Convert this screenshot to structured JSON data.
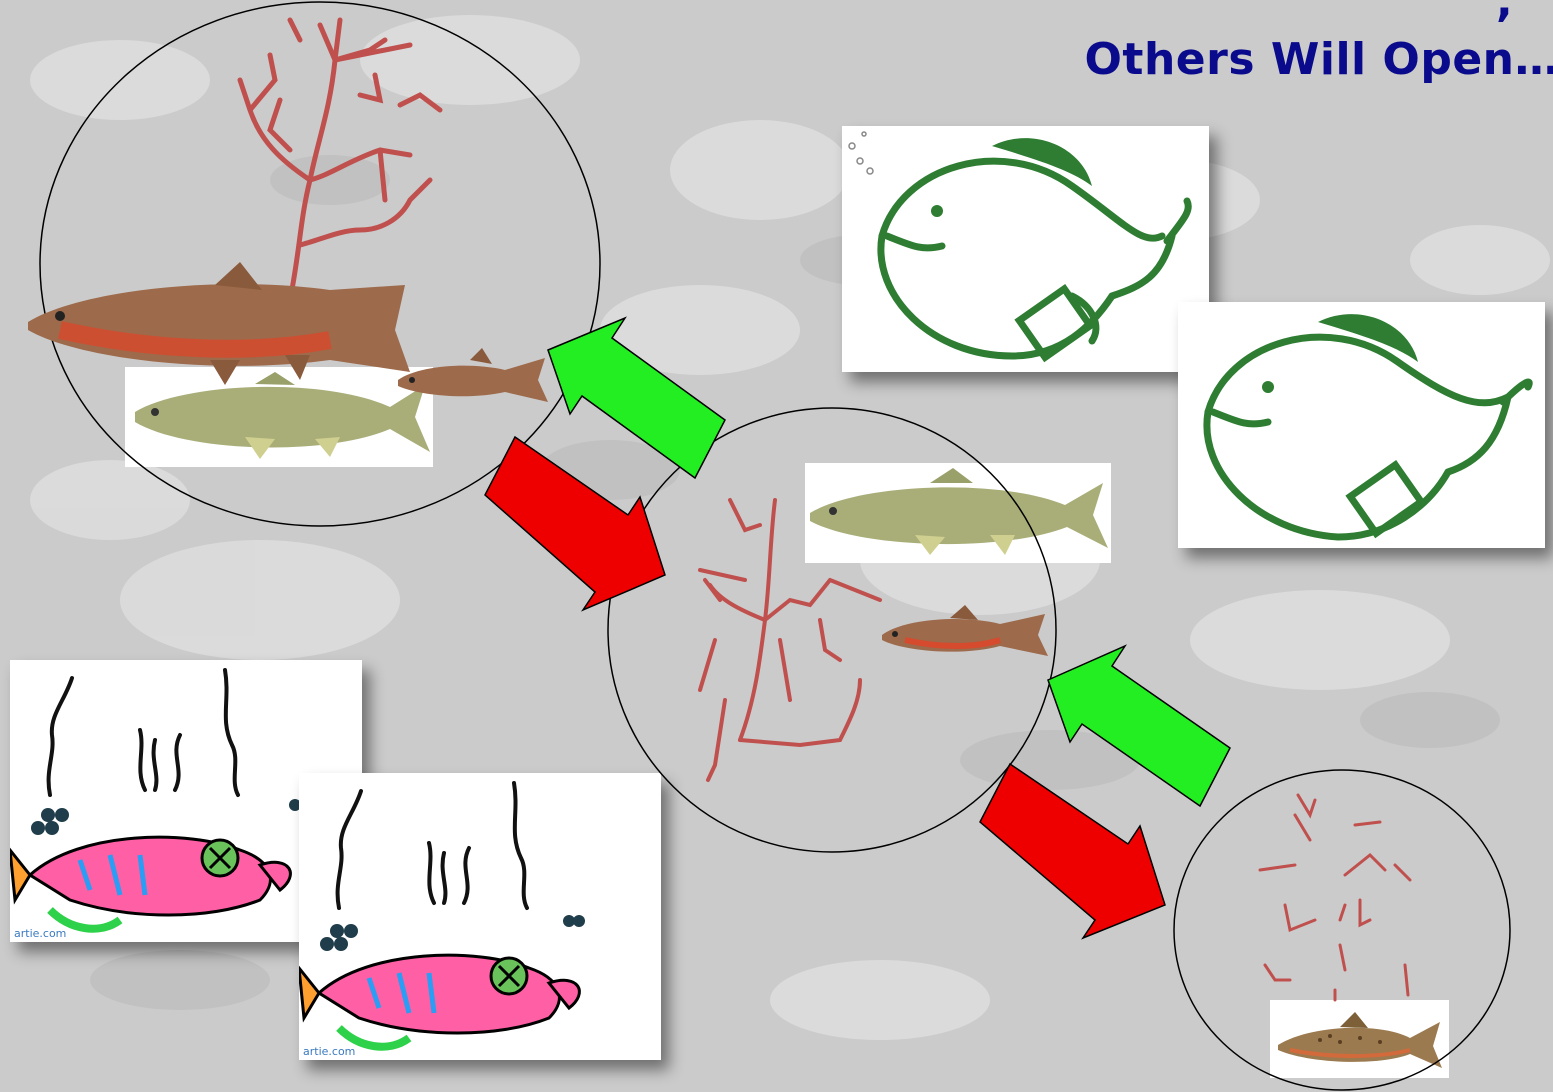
{
  "slide": {
    "title_line1_tail": ",",
    "title_line2": "Others Will Open…"
  },
  "images": {
    "cartoon_credit_1": "artie.com",
    "cartoon_credit_2": "artie.com"
  },
  "colors": {
    "title": "#0a0a8c",
    "stream": "#c0504d",
    "arrow_green": "#22ee22",
    "arrow_red": "#ee0000",
    "fish_line": "#2e7d32"
  }
}
